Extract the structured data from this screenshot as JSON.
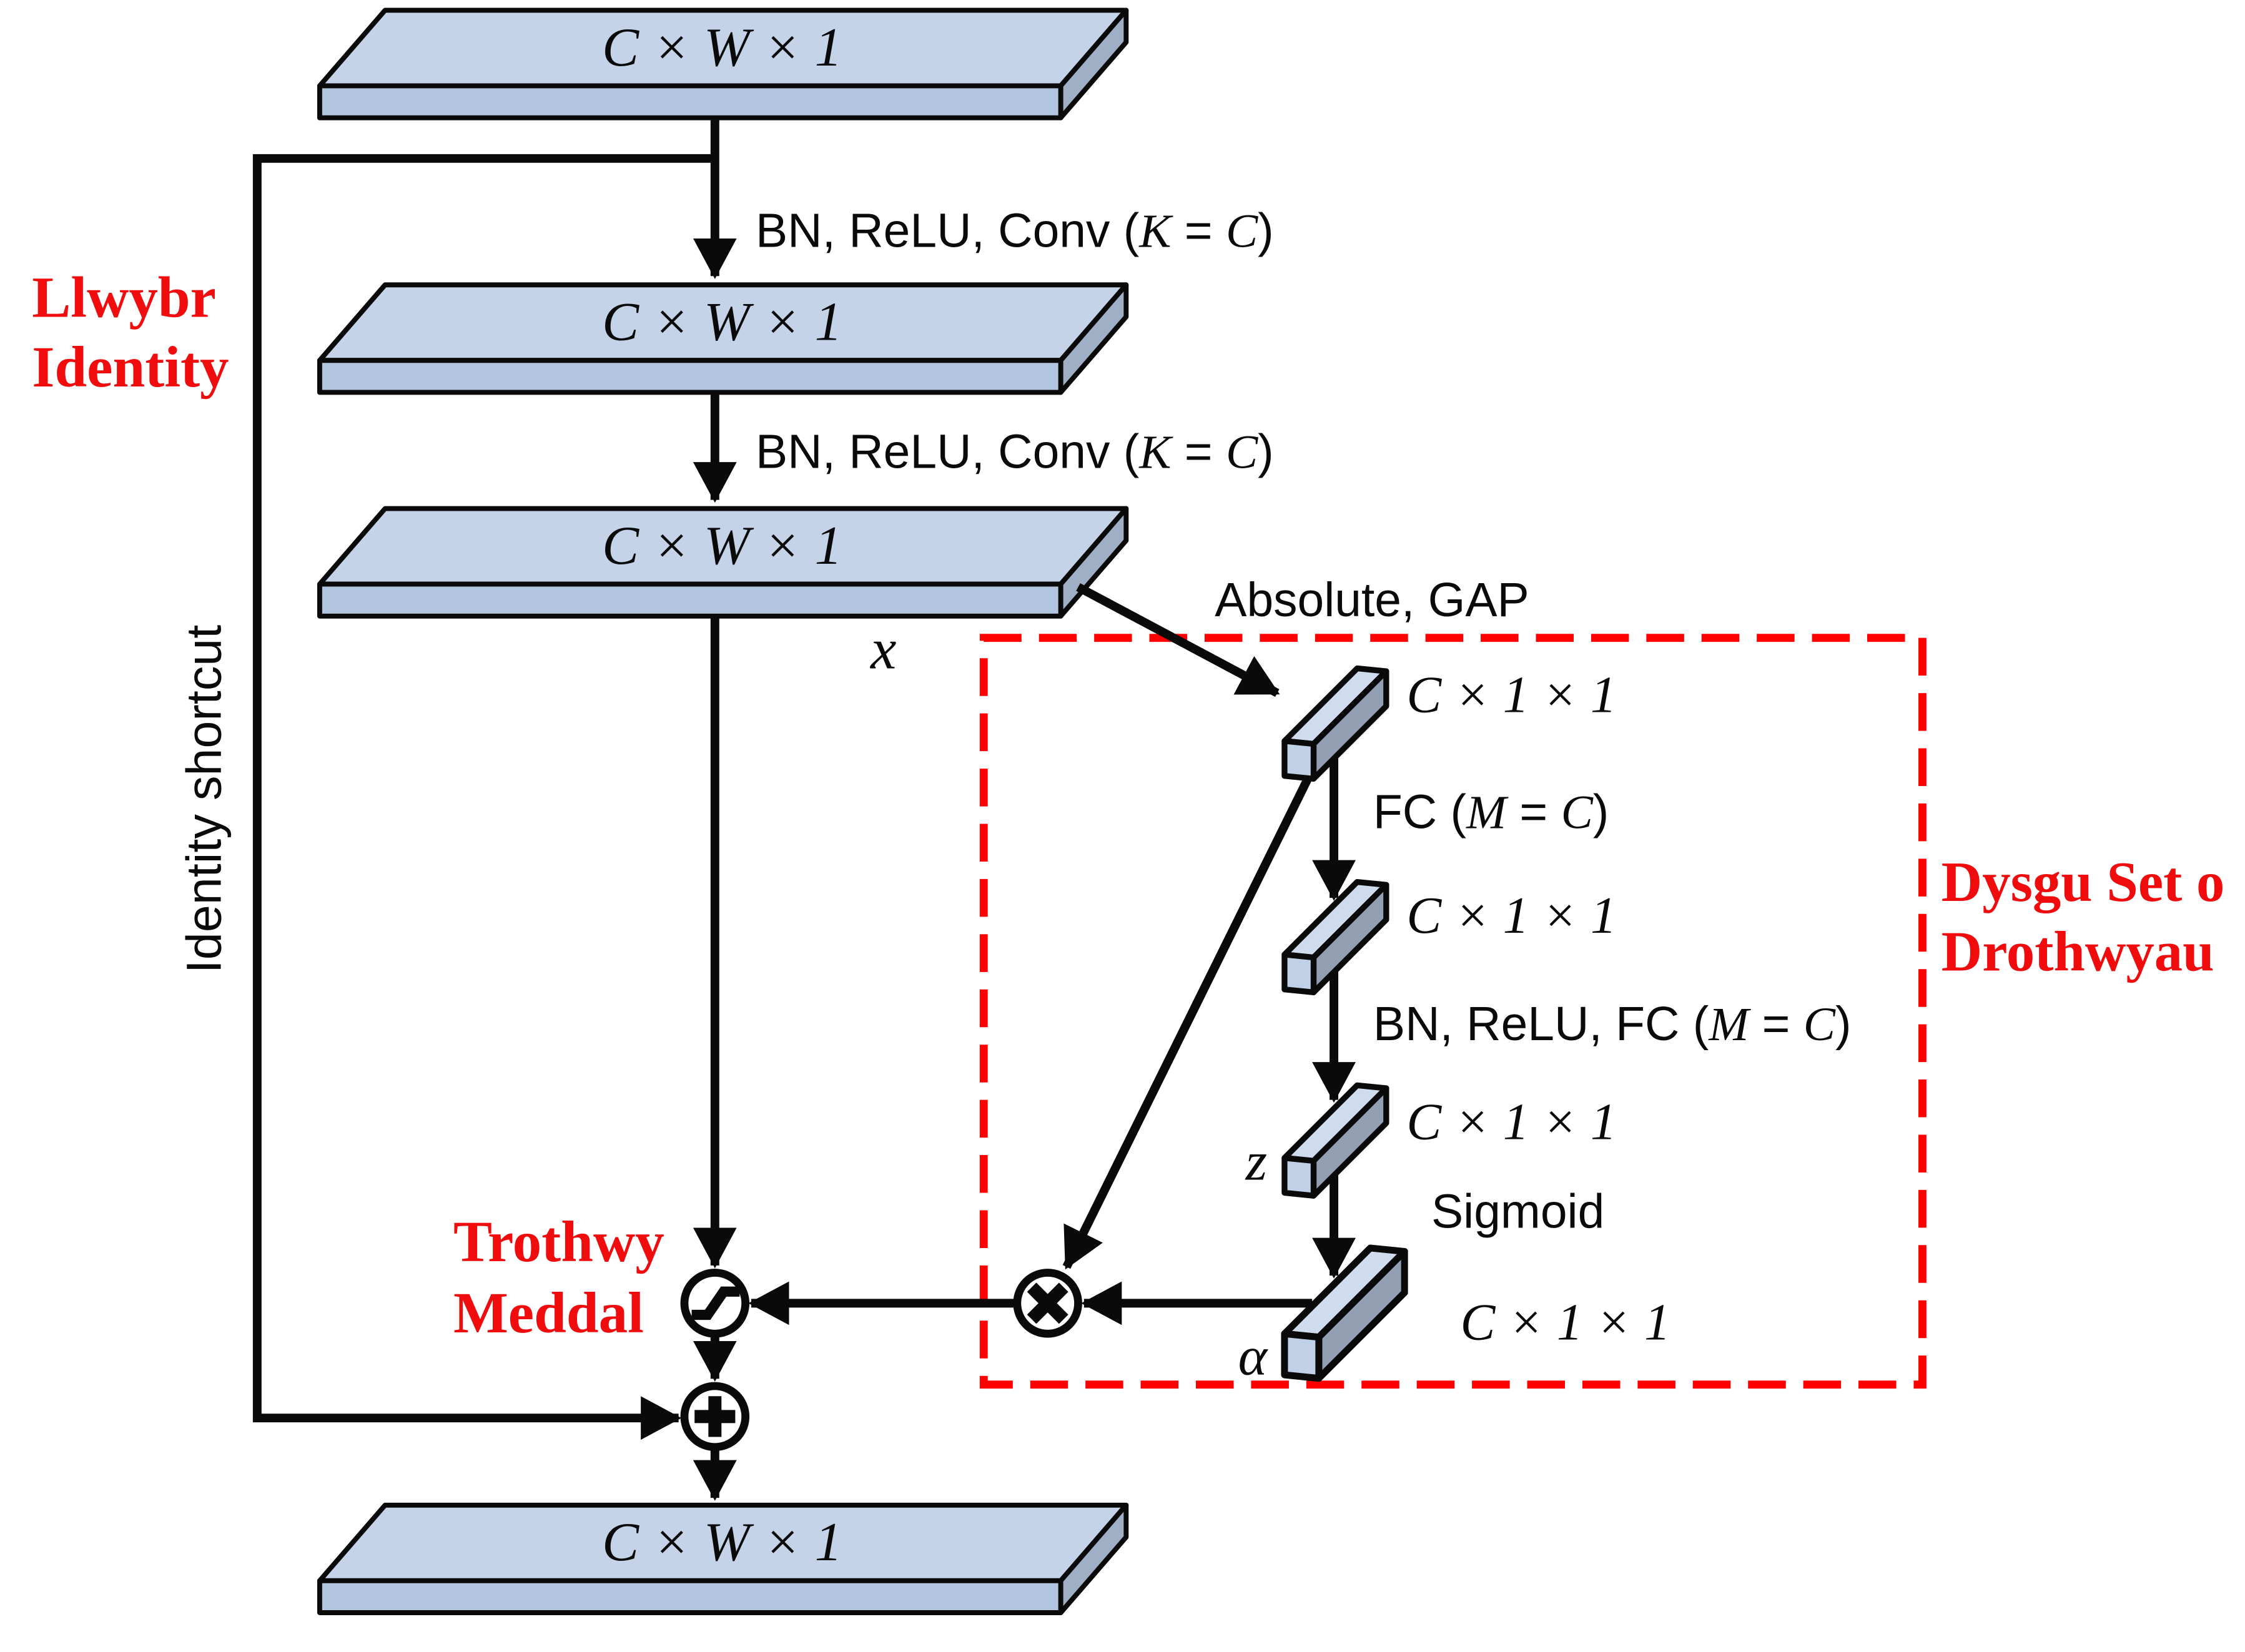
{
  "feature_maps": [
    {
      "label": "C × W × 1"
    },
    {
      "label": "C × W × 1"
    },
    {
      "label": "C × W × 1"
    },
    {
      "label": "C × W × 1"
    }
  ],
  "vectors": [
    {
      "label": "C × 1 × 1"
    },
    {
      "label": "C × 1 × 1"
    },
    {
      "label": "C × 1 × 1"
    },
    {
      "label": "C × 1 × 1"
    }
  ],
  "operations": {
    "conv1": {
      "pre": "BN, ReLU, Conv (",
      "var1": "K",
      "equals": " = ",
      "var2": "C",
      "post": ")"
    },
    "conv2": {
      "pre": "BN, ReLU, Conv (",
      "var1": "K",
      "equals": " = ",
      "var2": "C",
      "post": ")"
    },
    "absolute_gap": "Absolute, GAP",
    "fc": {
      "pre": "FC (",
      "var1": "M",
      "equals": " = ",
      "var2": "C",
      "post": ")"
    },
    "bn_relu_fc": {
      "pre": "BN, ReLU, FC (",
      "var1": "M",
      "equals": " = ",
      "var2": "C",
      "post": ")"
    },
    "sigmoid": "Sigmoid"
  },
  "variables": {
    "x": "x",
    "z": "z",
    "alpha": "α"
  },
  "annotations": {
    "identity_path": {
      "line1": "Llwybr",
      "line2": "Identity"
    },
    "identity_shortcut": "Identity shortcut",
    "soft_threshold": {
      "line1": "Trothwy",
      "line2": "Meddal"
    },
    "threshold_learning": {
      "line1": "Dysgu Set o",
      "line2": "Drothwyau"
    }
  },
  "colors": {
    "annotation_red": "#f00c0c",
    "dashed_box_red": "#ff0000",
    "slab_top": "#c4d3e8",
    "slab_front": "#b2c5df",
    "slab_side": "#9fb0c6",
    "bar_top": "#cfdcee",
    "bar_front": "#93a0b4",
    "bar_cap": "#c0d1e7"
  }
}
